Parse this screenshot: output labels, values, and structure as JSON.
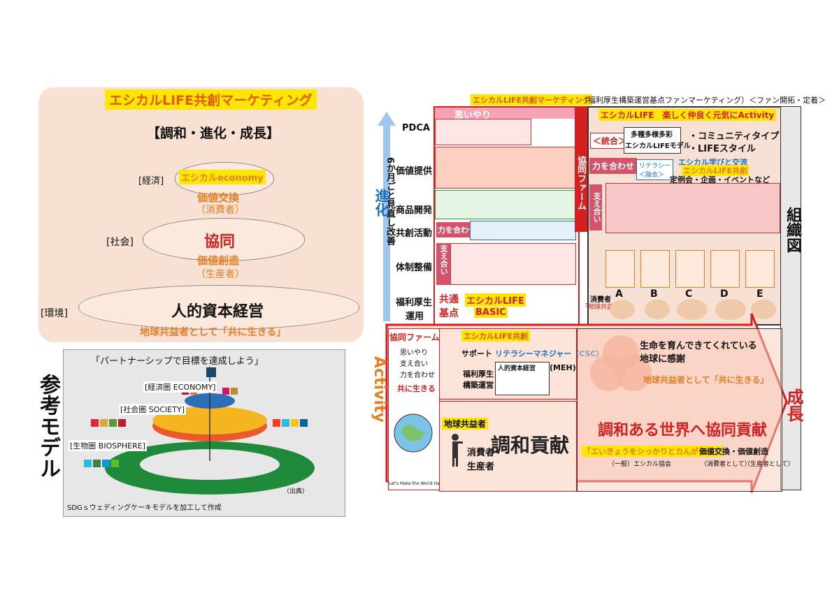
{
  "left": {
    "title": "エシカルLIFE共創マーケティング",
    "subtitle": "【調和・進化・成長】",
    "economy_label": "[経済]",
    "economy_tag": "エシカルeconomy",
    "economy_line1": "価値交換",
    "economy_line2": "（消費者）",
    "society_label": "[社会]",
    "society_main": "協同",
    "society_line1": "価値創造",
    "society_line2": "（生産者）",
    "env_label": "[環境]",
    "env_main": "人的資本経営",
    "env_footer": "地球共益者として「共に生きる」"
  },
  "model": {
    "side_label": "参考モデル",
    "header": "「パートナーシップで目標を達成しよう」",
    "economy": "[経済圏 ECONOMY]",
    "society": "[社会圏 SOCIETY]",
    "biosphere": "[生物圏 BIOSPHERE]",
    "source": "（出典）",
    "caption": "SDGｓウェディングケーキモデルを加工して作成"
  },
  "right": {
    "top_title": "エシカルLIFE共創マーケティング",
    "top_note": "（福利厚生構築運営基点ファンマーケティング）＜ファン開拓・定着＞",
    "vertical_evolution": "進化",
    "vertical_improve": "6か月ごと見直し改善",
    "stages": [
      "PDCA",
      "価値提供",
      "商品開発",
      "共創活動",
      "体制整備",
      "福利厚生",
      "運用"
    ],
    "omoiyari": "思いやり",
    "kyodo_farm_v": "協同ファーム",
    "ssae": "支え合い",
    "chikara": "力を合わせ",
    "kyotsu": "共通",
    "kiten": "基点",
    "basic1": "エシカルLIFE",
    "basic2": "BASIC",
    "activity_title": "エシカルLIFE　楽しく仲良く元気にActivity",
    "togo": "＜統合＞",
    "tayou1": "多種多様多彩",
    "tayou2": "エシカルLIFEモデル",
    "community1": "・コミュニティタイプ",
    "community2": "・LIFEスタイル",
    "literacy": "リテラシー",
    "yugo": "＜融合＞",
    "manabi": "エシカル学びと交流",
    "kyosai": "エシカルLIFE共創",
    "teireikai": "定例会・企画・イベントなど",
    "soshikizu": "組織図",
    "consumer_label": "消費者",
    "earth_label": "「地球共益者」",
    "letters": [
      "A",
      "B",
      "C",
      "D",
      "E"
    ],
    "activity_v": "Activity",
    "bottom_kyodo": "協同ファーム",
    "bottom_values": [
      "思いやり",
      "支え合い",
      "力を合わせ"
    ],
    "tomoni": "共に生きる",
    "bottom_tag": "エシカルLIFE共創",
    "support": "サポート",
    "literacy_mgr": "リテラシーマネジャー（CSC）",
    "hr_mgmt": "人的資本経営",
    "welfare1": "福利厚生",
    "welfare2": "構築運営",
    "meh": "(MEH)",
    "chikyu_kyoeki": "地球共益者",
    "chowa_koken": "調和貢献",
    "shohisha": "消費者",
    "seisansha": "生産者",
    "letsmake": "Let's Make the World Happy!",
    "inochi1": "生命を育んできてくれている",
    "inochi2": "地球に感謝",
    "chikyu_tomoni": "地球共益者として「共に生きる」",
    "world_title": "調和ある世界へ協同貢献",
    "slogan": "「エいきょうをシっかりとカんがえル」",
    "value_ex": "価値交換・価値創造",
    "assoc": "（一般）エシカル協会",
    "consumer_as": "（消費者として）",
    "producer_as": "（生産者として）",
    "seicho": "成長"
  },
  "colors": {
    "peach": "#f8e1d3",
    "orange": "#e67e22",
    "red": "#d62020",
    "yellow": "#ffe600",
    "blue": "#1a6fc0"
  }
}
